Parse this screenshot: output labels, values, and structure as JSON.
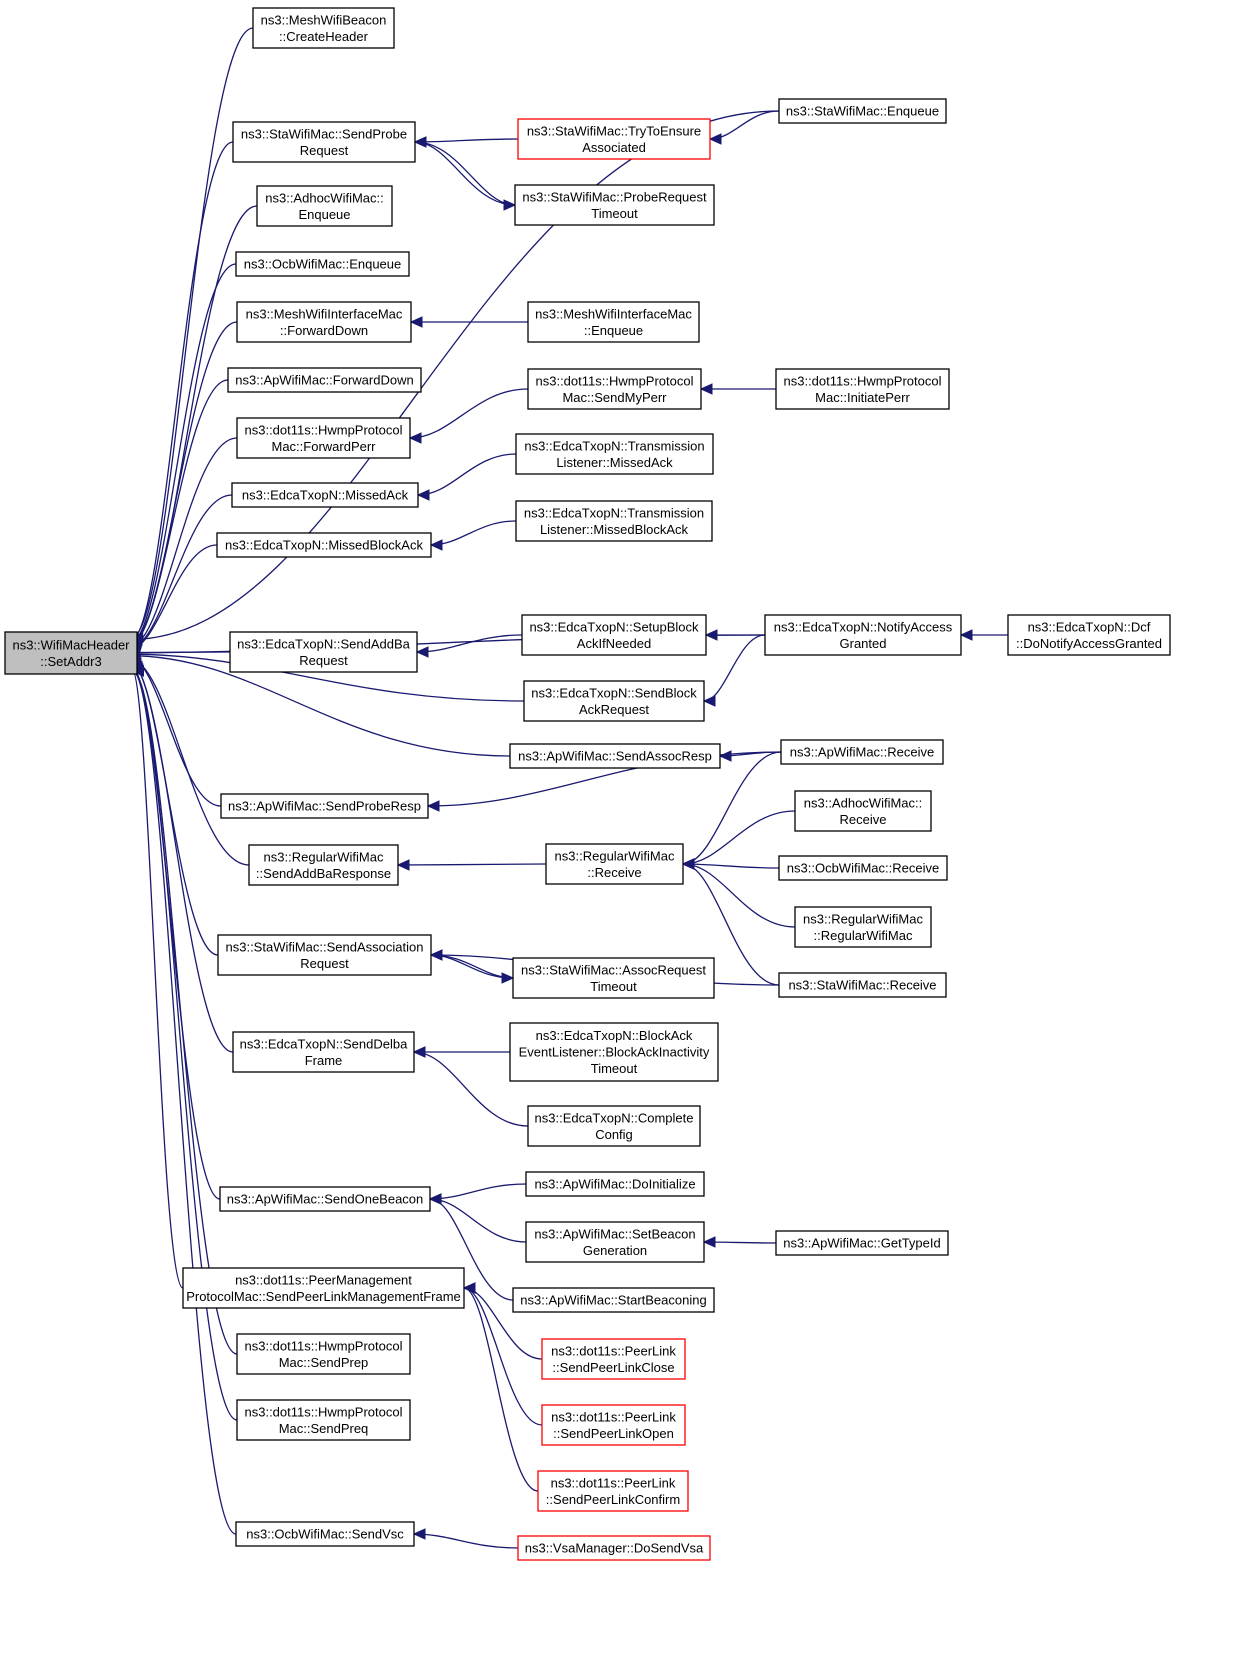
{
  "colors": {
    "edge": "#191970",
    "focus_fill": "#bfbfbf",
    "node_border": "#000000",
    "truncated_border": "#ff0000"
  },
  "legend_note": "",
  "nodes": {
    "n0": {
      "lines": [
        "ns3::WifiMacHeader",
        "::SetAddr3"
      ],
      "style": "focus"
    },
    "n1": {
      "lines": [
        "ns3::MeshWifiBeacon",
        "::CreateHeader"
      ]
    },
    "n2": {
      "lines": [
        "ns3::StaWifiMac::SendProbe",
        "Request"
      ]
    },
    "n3": {
      "lines": [
        "ns3::AdhocWifiMac::",
        "Enqueue"
      ]
    },
    "n4": {
      "lines": [
        "ns3::OcbWifiMac::Enqueue"
      ]
    },
    "n5": {
      "lines": [
        "ns3::MeshWifiInterfaceMac",
        "::ForwardDown"
      ]
    },
    "n6": {
      "lines": [
        "ns3::ApWifiMac::ForwardDown"
      ]
    },
    "n7": {
      "lines": [
        "ns3::dot11s::HwmpProtocol",
        "Mac::ForwardPerr"
      ]
    },
    "n8": {
      "lines": [
        "ns3::EdcaTxopN::MissedAck"
      ]
    },
    "n9": {
      "lines": [
        "ns3::EdcaTxopN::MissedBlockAck"
      ]
    },
    "n10": {
      "lines": [
        "ns3::EdcaTxopN::SendAddBa",
        "Request"
      ]
    },
    "n11": {
      "lines": [
        "ns3::ApWifiMac::SendProbeResp"
      ]
    },
    "n12": {
      "lines": [
        "ns3::RegularWifiMac",
        "::SendAddBaResponse"
      ]
    },
    "n13": {
      "lines": [
        "ns3::StaWifiMac::SendAssociation",
        "Request"
      ]
    },
    "n14": {
      "lines": [
        "ns3::EdcaTxopN::SendDelba",
        "Frame"
      ]
    },
    "n15": {
      "lines": [
        "ns3::ApWifiMac::SendOneBeacon"
      ]
    },
    "n16": {
      "lines": [
        "ns3::dot11s::PeerManagement",
        "ProtocolMac::SendPeerLinkManagementFrame"
      ]
    },
    "n17": {
      "lines": [
        "ns3::dot11s::HwmpProtocol",
        "Mac::SendPrep"
      ]
    },
    "n18": {
      "lines": [
        "ns3::dot11s::HwmpProtocol",
        "Mac::SendPreq"
      ]
    },
    "n19": {
      "lines": [
        "ns3::OcbWifiMac::SendVsc"
      ]
    },
    "n20": {
      "lines": [
        "ns3::StaWifiMac::Enqueue"
      ]
    },
    "n21": {
      "lines": [
        "ns3::StaWifiMac::TryToEnsure",
        "Associated"
      ],
      "style": "truncated"
    },
    "n22": {
      "lines": [
        "ns3::StaWifiMac::ProbeRequest",
        "Timeout"
      ]
    },
    "n23": {
      "lines": [
        "ns3::MeshWifiInterfaceMac",
        "::Enqueue"
      ]
    },
    "n24": {
      "lines": [
        "ns3::dot11s::HwmpProtocol",
        "Mac::SendMyPerr"
      ]
    },
    "n25": {
      "lines": [
        "ns3::dot11s::HwmpProtocol",
        "Mac::InitiatePerr"
      ]
    },
    "n26": {
      "lines": [
        "ns3::EdcaTxopN::Transmission",
        "Listener::MissedAck"
      ]
    },
    "n27": {
      "lines": [
        "ns3::EdcaTxopN::Transmission",
        "Listener::MissedBlockAck"
      ]
    },
    "n28": {
      "lines": [
        "ns3::EdcaTxopN::SetupBlock",
        "AckIfNeeded"
      ]
    },
    "n29": {
      "lines": [
        "ns3::EdcaTxopN::NotifyAccess",
        "Granted"
      ]
    },
    "n30": {
      "lines": [
        "ns3::EdcaTxopN::Dcf",
        "::DoNotifyAccessGranted"
      ]
    },
    "n31": {
      "lines": [
        "ns3::EdcaTxopN::SendBlock",
        "AckRequest"
      ]
    },
    "n32": {
      "lines": [
        "ns3::ApWifiMac::SendAssocResp"
      ]
    },
    "n33": {
      "lines": [
        "ns3::ApWifiMac::Receive"
      ]
    },
    "n34": {
      "lines": [
        "ns3::AdhocWifiMac::",
        "Receive"
      ]
    },
    "n35": {
      "lines": [
        "ns3::RegularWifiMac",
        "::Receive"
      ]
    },
    "n36": {
      "lines": [
        "ns3::OcbWifiMac::Receive"
      ]
    },
    "n37": {
      "lines": [
        "ns3::RegularWifiMac",
        "::RegularWifiMac"
      ]
    },
    "n38": {
      "lines": [
        "ns3::StaWifiMac::AssocRequest",
        "Timeout"
      ]
    },
    "n39": {
      "lines": [
        "ns3::StaWifiMac::Receive"
      ]
    },
    "n40": {
      "lines": [
        "ns3::EdcaTxopN::BlockAck",
        "EventListener::BlockAckInactivity",
        "Timeout"
      ]
    },
    "n41": {
      "lines": [
        "ns3::EdcaTxopN::Complete",
        "Config"
      ]
    },
    "n42": {
      "lines": [
        "ns3::ApWifiMac::DoInitialize"
      ]
    },
    "n43": {
      "lines": [
        "ns3::ApWifiMac::SetBeacon",
        "Generation"
      ]
    },
    "n44": {
      "lines": [
        "ns3::ApWifiMac::GetTypeId"
      ]
    },
    "n45": {
      "lines": [
        "ns3::ApWifiMac::StartBeaconing"
      ]
    },
    "n46": {
      "lines": [
        "ns3::dot11s::PeerLink",
        "::SendPeerLinkClose"
      ],
      "style": "truncated"
    },
    "n47": {
      "lines": [
        "ns3::dot11s::PeerLink",
        "::SendPeerLinkOpen"
      ],
      "style": "truncated"
    },
    "n48": {
      "lines": [
        "ns3::dot11s::PeerLink",
        "::SendPeerLinkConfirm"
      ],
      "style": "truncated"
    },
    "n49": {
      "lines": [
        "ns3::VsaManager::DoSendVsa"
      ],
      "style": "truncated"
    }
  },
  "edges": [
    [
      "n1",
      "n0"
    ],
    [
      "n2",
      "n0"
    ],
    [
      "n3",
      "n0"
    ],
    [
      "n4",
      "n0"
    ],
    [
      "n5",
      "n0"
    ],
    [
      "n6",
      "n0"
    ],
    [
      "n7",
      "n0"
    ],
    [
      "n8",
      "n0"
    ],
    [
      "n9",
      "n0"
    ],
    [
      "n10",
      "n0"
    ],
    [
      "n11",
      "n0"
    ],
    [
      "n12",
      "n0"
    ],
    [
      "n13",
      "n0"
    ],
    [
      "n14",
      "n0"
    ],
    [
      "n15",
      "n0"
    ],
    [
      "n16",
      "n0"
    ],
    [
      "n17",
      "n0"
    ],
    [
      "n18",
      "n0"
    ],
    [
      "n19",
      "n0"
    ],
    [
      "n20",
      "n0"
    ],
    [
      "n29",
      "n0"
    ],
    [
      "n31",
      "n0"
    ],
    [
      "n32",
      "n0"
    ],
    [
      "n21",
      "n2"
    ],
    [
      "n22",
      "n2"
    ],
    [
      "n2",
      "n22"
    ],
    [
      "n20",
      "n21"
    ],
    [
      "n23",
      "n5"
    ],
    [
      "n24",
      "n7"
    ],
    [
      "n25",
      "n24"
    ],
    [
      "n26",
      "n8"
    ],
    [
      "n27",
      "n9"
    ],
    [
      "n28",
      "n10"
    ],
    [
      "n29",
      "n28"
    ],
    [
      "n30",
      "n29"
    ],
    [
      "n29",
      "n31"
    ],
    [
      "n33",
      "n32"
    ],
    [
      "n33",
      "n11"
    ],
    [
      "n35",
      "n12"
    ],
    [
      "n33",
      "n35"
    ],
    [
      "n34",
      "n35"
    ],
    [
      "n36",
      "n35"
    ],
    [
      "n37",
      "n35"
    ],
    [
      "n39",
      "n35"
    ],
    [
      "n38",
      "n13"
    ],
    [
      "n13",
      "n38"
    ],
    [
      "n39",
      "n13"
    ],
    [
      "n40",
      "n14"
    ],
    [
      "n41",
      "n14"
    ],
    [
      "n42",
      "n15"
    ],
    [
      "n43",
      "n15"
    ],
    [
      "n45",
      "n15"
    ],
    [
      "n44",
      "n43"
    ],
    [
      "n46",
      "n16"
    ],
    [
      "n47",
      "n16"
    ],
    [
      "n48",
      "n16"
    ],
    [
      "n49",
      "n19"
    ]
  ]
}
